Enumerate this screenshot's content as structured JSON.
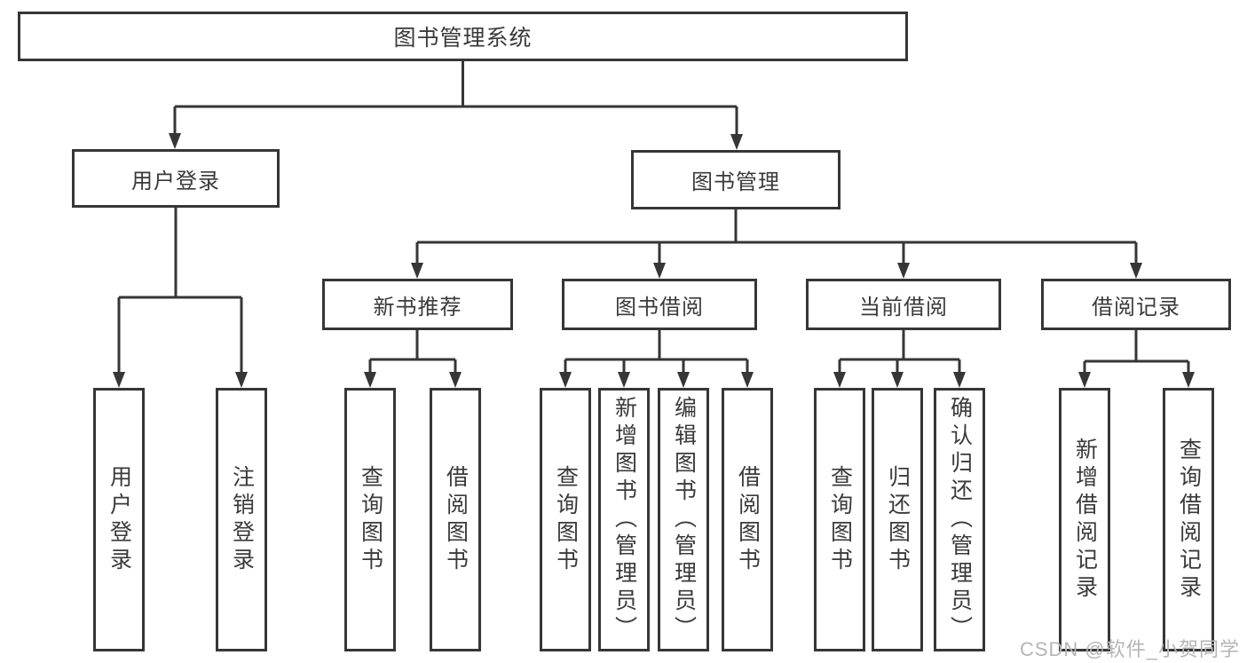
{
  "tree": {
    "root": "图书管理系统",
    "nodes": [
      {
        "label": "用户登录",
        "children": [
          {
            "label": "用户登录"
          },
          {
            "label": "注销登录"
          }
        ]
      },
      {
        "label": "图书管理",
        "children": [
          {
            "label": "新书推荐",
            "children": [
              {
                "label": "查询图书"
              },
              {
                "label": "借阅图书"
              }
            ]
          },
          {
            "label": "图书借阅",
            "children": [
              {
                "label": "查询图书"
              },
              {
                "label": "新增图书（管理员）"
              },
              {
                "label": "编辑图书（管理员）"
              },
              {
                "label": "借阅图书"
              }
            ]
          },
          {
            "label": "当前借阅",
            "children": [
              {
                "label": "查询图书"
              },
              {
                "label": "归还图书"
              },
              {
                "label": "确认归还（管理员）"
              }
            ]
          },
          {
            "label": "借阅记录",
            "children": [
              {
                "label": "新增借阅记录"
              },
              {
                "label": "查询借阅记录"
              }
            ]
          }
        ]
      }
    ]
  },
  "watermark": {
    "text": "CSDN @软件_小贺同学"
  },
  "colors": {
    "line": "#363636",
    "text": "#3a3a3a",
    "box_fill": "#ffffff",
    "watermark": "#b5b5b5",
    "background": "#ffffff"
  }
}
